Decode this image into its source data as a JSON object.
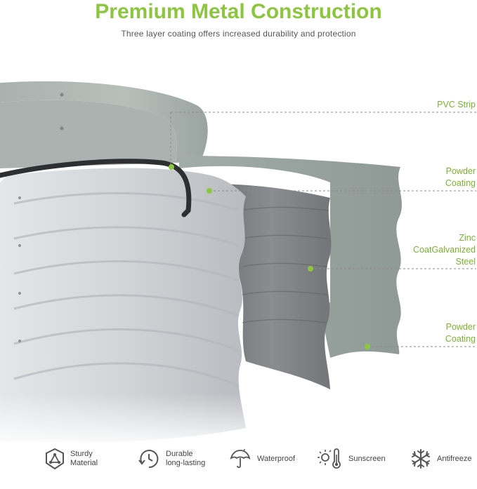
{
  "header": {
    "title": "Premium Metal Construction",
    "subtitle": "Three layer coating offers increased durability and protection"
  },
  "colors": {
    "accent": "#8cc63f",
    "accent_text": "#7ab32e",
    "outer_panel": "#97a19d",
    "silver_panel": "#dcdfe2",
    "dark_layer": "#7f8184"
  },
  "callouts": [
    {
      "label": "PVC Strip"
    },
    {
      "label_lines": [
        "Powder",
        "Coating"
      ]
    },
    {
      "label_lines": [
        "Zinc",
        "CoatGalvanized",
        "Steel"
      ]
    },
    {
      "label_lines": [
        "Powder",
        "Coating"
      ]
    }
  ],
  "features": [
    {
      "icon": "sturdy-material-icon",
      "label_lines": [
        "Sturdy",
        "Material"
      ]
    },
    {
      "icon": "durable-clock-icon",
      "label_lines": [
        "Durable",
        "long-lasting"
      ]
    },
    {
      "icon": "umbrella-icon",
      "label": "Waterproof"
    },
    {
      "icon": "sun-thermometer-icon",
      "label": "Sunscreen"
    },
    {
      "icon": "snowflake-icon",
      "label": "Antifreeze"
    }
  ]
}
